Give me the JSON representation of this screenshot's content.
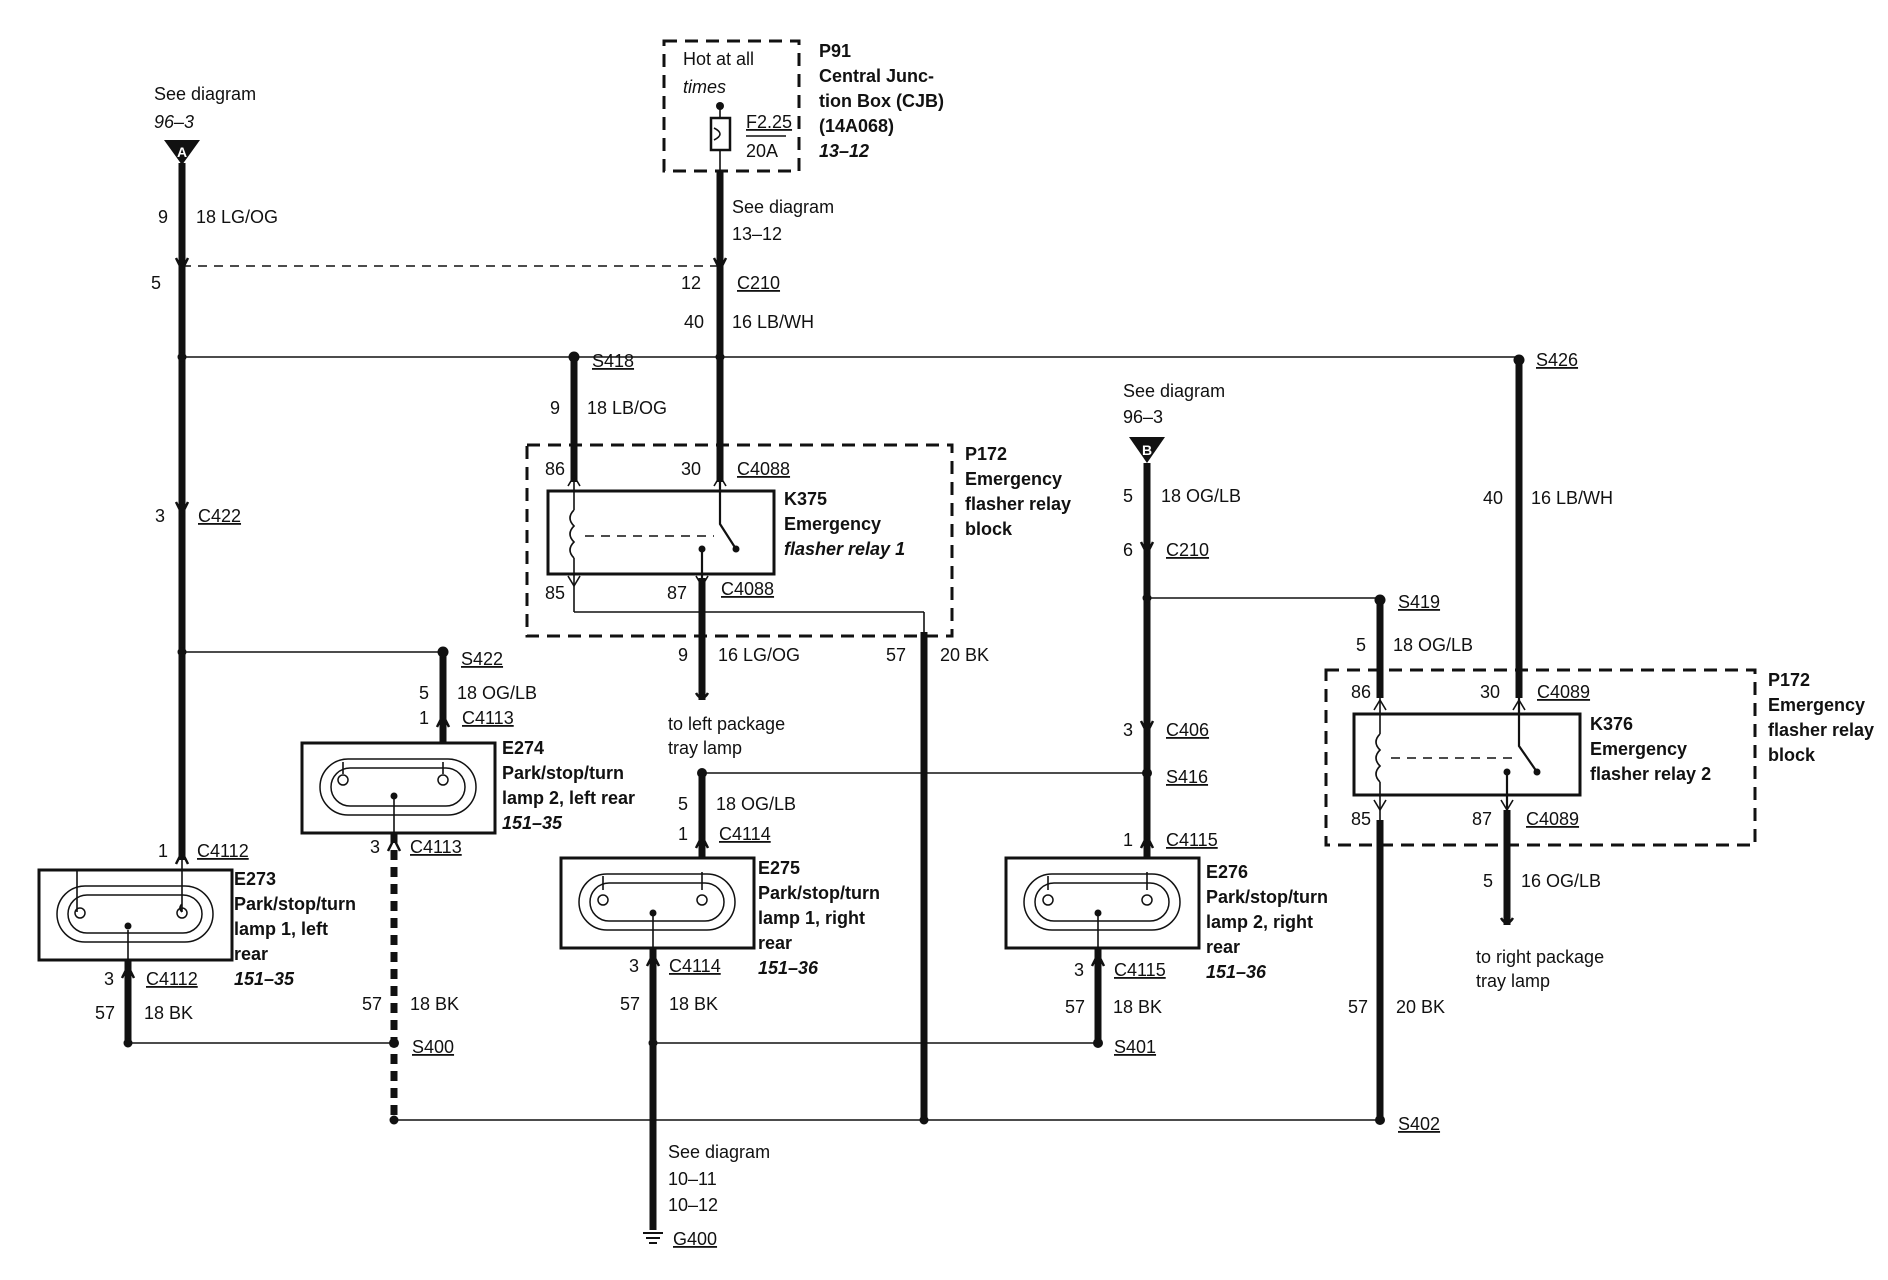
{
  "fuse": {
    "hot": "Hot at all",
    "times": "times",
    "rating_id": "F2.25",
    "amps": "20A",
    "id": "P91",
    "name": [
      "Central Junc-",
      "tion Box (CJB)",
      "(14A068)"
    ],
    "ref": "13–12"
  },
  "refs": {
    "a_see": "See diagram",
    "a_num": "96–3",
    "a_letter": "A",
    "fuse_see": "See diagram",
    "fuse_num": "13–12",
    "b_see": "See diagram",
    "b_num": "96–3",
    "b_letter": "B",
    "ground_see": "See diagram",
    "ground_num1": "10–11",
    "ground_num2": "10–12",
    "ground_id": "G400"
  },
  "wires": {
    "a_pin": "9",
    "a_wire": "18 LG/OG",
    "c210_left_pin": "5",
    "c210_pin": "12",
    "c210": "C210",
    "main_pin": "40",
    "main_wire": "16 LB/WH",
    "s418": "S418",
    "s418_pin": "9",
    "s418_wire": "18 LB/OG",
    "c422_pin": "3",
    "c422": "C422",
    "s426": "S426",
    "s426_pin": "40",
    "s426_wire": "16 LB/WH",
    "b_pin": "5",
    "b_wire": "18 OG/LB",
    "b_c210_pin": "6",
    "b_c210": "C210",
    "s419": "S419",
    "s419_pin": "5",
    "s419_wire": "18 OG/LB",
    "s422": "S422",
    "s422_pin": "5",
    "s422_wire": "18 OG/LB",
    "c4113_top_pin": "1",
    "c4113_top": "C4113",
    "c4113_bot_pin": "3",
    "c4113_bot": "C4113",
    "c4112_top_pin": "1",
    "c4112_top": "C4112",
    "c4112_bot_pin": "3",
    "c4112_bot": "C4112",
    "left_gnd_pin": "57",
    "left_gnd_wire": "18 BK",
    "e274_gnd_pin": "57",
    "e274_gnd_wire": "18 BK",
    "s400": "S400",
    "k375_out_pin": "9",
    "k375_out_wire": "16 LG/OG",
    "k375_gnd_pin": "57",
    "k375_gnd_wire": "20 BK",
    "to_left_1": "to left package",
    "to_left_2": "tray lamp",
    "e275_in_pin": "5",
    "e275_in_wire": "18 OG/LB",
    "c4114_top_pin": "1",
    "c4114_top": "C4114",
    "c4114_bot_pin": "3",
    "c4114_bot": "C4114",
    "e275_gnd_pin": "57",
    "e275_gnd_wire": "18 BK",
    "c406_pin": "3",
    "c406": "C406",
    "s416": "S416",
    "c4115_top_pin": "1",
    "c4115_top": "C4115",
    "c4115_bot_pin": "3",
    "c4115_bot": "C4115",
    "e276_gnd_pin": "57",
    "e276_gnd_wire": "18 BK",
    "s401": "S401",
    "k376_gnd_pin": "57",
    "k376_gnd_wire": "20 BK",
    "s402": "S402",
    "k376_out_pin": "5",
    "k376_out_wire": "16 OG/LB",
    "to_right_1": "to right package",
    "to_right_2": "tray lamp"
  },
  "relay1": {
    "pin86": "86",
    "pin30": "30",
    "c_top": "C4088",
    "pin85": "85",
    "pin87": "87",
    "c_bot": "C4088",
    "id": "K375",
    "name": [
      "Emergency"
    ],
    "name_italic": "flasher relay 1",
    "block_id": "P172",
    "block_name": [
      "Emergency",
      "flasher relay",
      "block"
    ]
  },
  "relay2": {
    "pin86": "86",
    "pin30": "30",
    "c_top": "C4089",
    "pin85": "85",
    "pin87": "87",
    "c_bot": "C4089",
    "id": "K376",
    "name": [
      "Emergency",
      "flasher relay 2"
    ],
    "block_id": "P172",
    "block_name": [
      "Emergency",
      "flasher relay",
      "block"
    ]
  },
  "lamps": {
    "e273": {
      "id": "E273",
      "name": [
        "Park/stop/turn",
        "lamp 1, left",
        "rear"
      ],
      "ref": "151–35"
    },
    "e274": {
      "id": "E274",
      "name": [
        "Park/stop/turn",
        "lamp 2, left rear"
      ],
      "ref": "151–35"
    },
    "e275": {
      "id": "E275",
      "name": [
        "Park/stop/turn",
        "lamp 1, right",
        "rear"
      ],
      "ref": "151–36"
    },
    "e276": {
      "id": "E276",
      "name": [
        "Park/stop/turn",
        "lamp 2, right",
        "rear"
      ],
      "ref": "151–36"
    }
  }
}
